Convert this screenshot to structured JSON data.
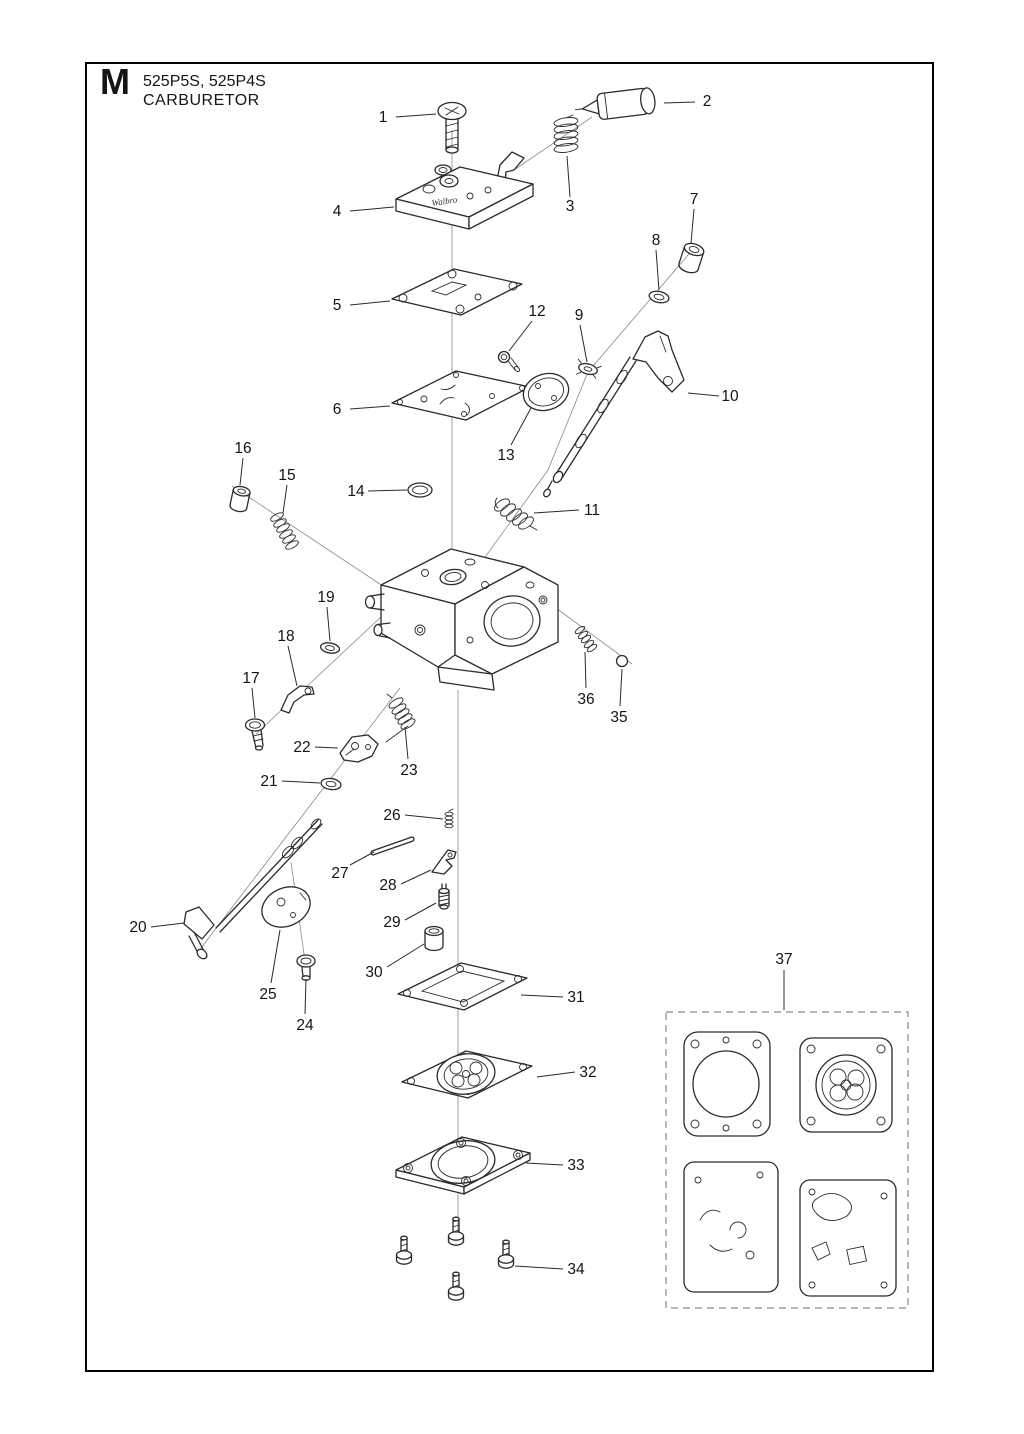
{
  "header": {
    "section_letter": "M",
    "models": "525P5S, 525P4S",
    "title": "CARBURETOR"
  },
  "plate_logo": "Walbro",
  "part_labels": [
    "1",
    "2",
    "3",
    "4",
    "5",
    "6",
    "7",
    "8",
    "9",
    "10",
    "11",
    "12",
    "13",
    "14",
    "15",
    "16",
    "17",
    "18",
    "19",
    "20",
    "21",
    "22",
    "23",
    "24",
    "25",
    "26",
    "27",
    "28",
    "29",
    "30",
    "31",
    "32",
    "33",
    "34",
    "35",
    "36",
    "37"
  ]
}
